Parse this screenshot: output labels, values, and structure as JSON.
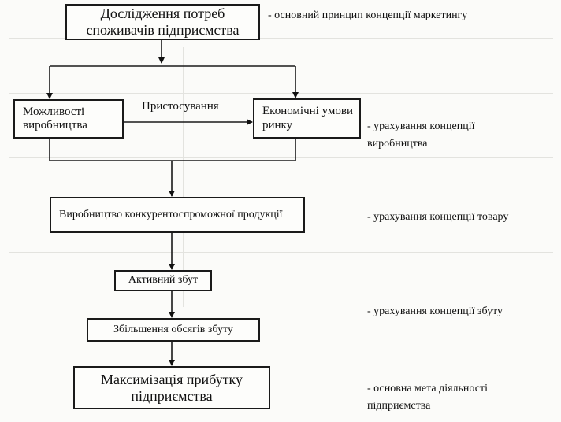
{
  "diagram": {
    "boxes": {
      "research": "Дослідження потреб споживачів підприємства",
      "production_capabilities": "Можливості виробництва",
      "economic_conditions": "Економічні умови ринку",
      "competitive_production": "Виробництво конкурентоспроможної продукції",
      "active_sales": "Активний збут",
      "sales_growth": "Збільшення обсягів збуту",
      "profit_maximization": "Максимізація прибутку підприємства"
    },
    "edge_label_adaptation": "Пристосування",
    "notes": {
      "marketing_principle": "- основний принцип концепції маркетингу",
      "production_concept": "- урахування концепції виробництва",
      "product_concept": "- урахування концепції товару",
      "sales_concept": "- урахування концепції збуту",
      "main_goal": "- основна мета діяльності підприємства"
    }
  }
}
